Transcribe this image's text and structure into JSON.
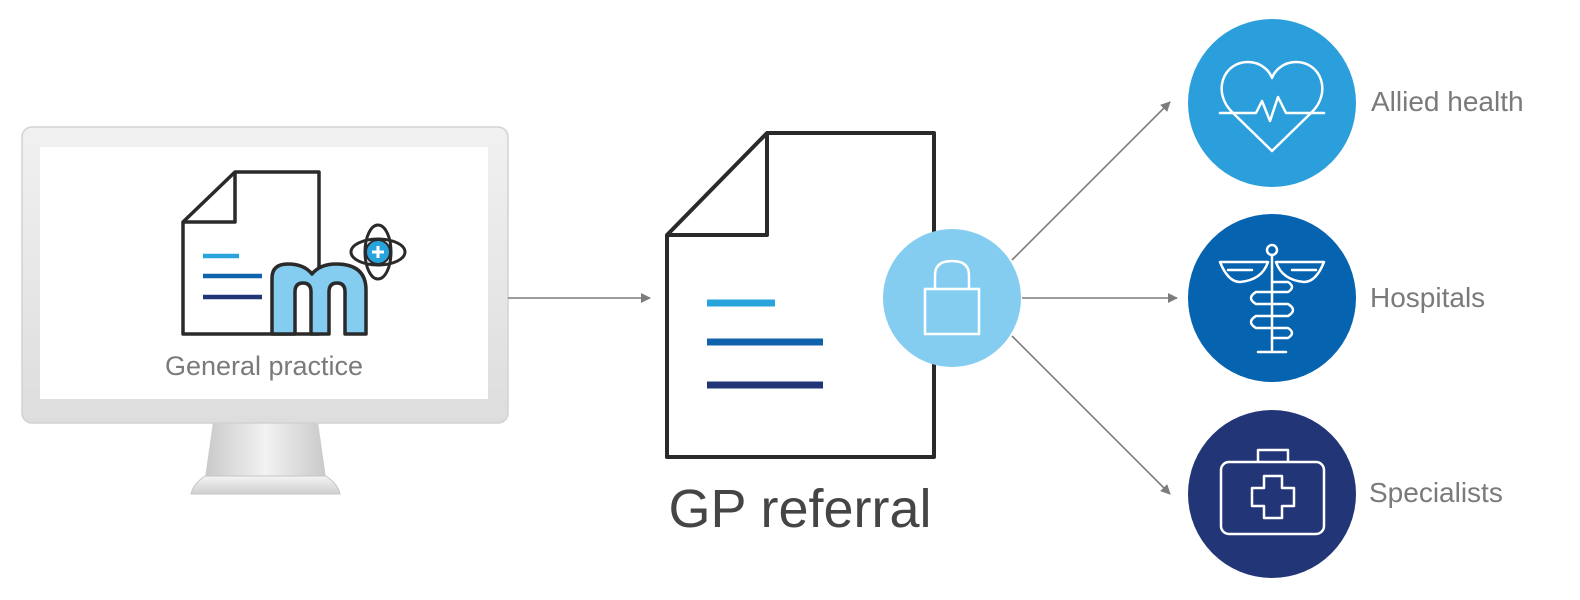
{
  "source": {
    "label": "General practice"
  },
  "document": {
    "label": "GP referral"
  },
  "destinations": [
    {
      "label": "Allied health",
      "icon": "heart-pulse-icon",
      "color": "#2b9fdb"
    },
    {
      "label": "Hospitals",
      "icon": "caduceus-icon",
      "color": "#0563b0"
    },
    {
      "label": "Specialists",
      "icon": "medical-kit-icon",
      "color": "#223577"
    }
  ],
  "colors": {
    "light_blue": "#29a3dc",
    "mid_blue": "#0f63ad",
    "dark_blue": "#223577",
    "lock_blue": "#84cdf0",
    "arrow_gray": "#7c7c7c",
    "outline": "#2a2a2a"
  }
}
